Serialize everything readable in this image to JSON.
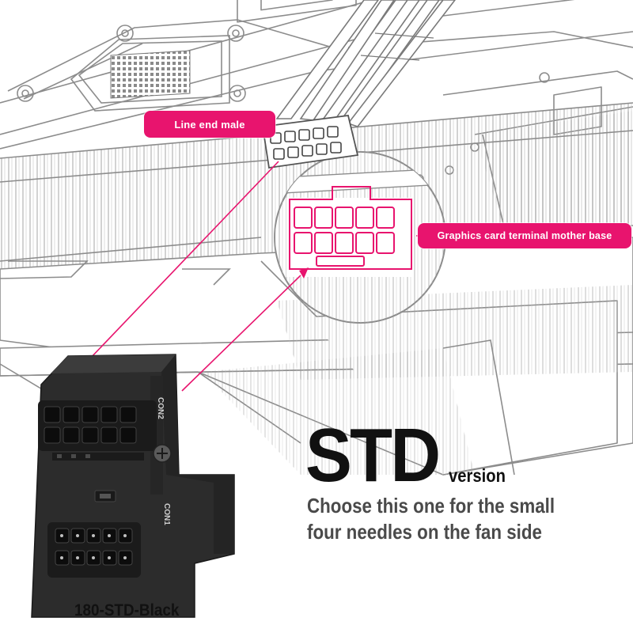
{
  "callouts": {
    "line_end": "Line end male",
    "terminal_base": "Graphics card terminal mother base"
  },
  "adapter": {
    "label_top": "CON2",
    "label_bottom": "CON1"
  },
  "heading": {
    "big": "STD",
    "small": "version"
  },
  "description": {
    "line1": "Choose this one for the small",
    "line2": "four needles on the fan side"
  },
  "model_name": "180-STD-Black",
  "colors": {
    "accent": "#e8146e",
    "line_art": "#8c8c8c",
    "adapter_body": "#2b2b2b",
    "heading_text": "#111111",
    "description_text": "#4a4a4a"
  },
  "icons": [
    "gpu-heatsink-illustration",
    "cable-connector-illustration",
    "adapter-illustration",
    "screw-icon"
  ]
}
